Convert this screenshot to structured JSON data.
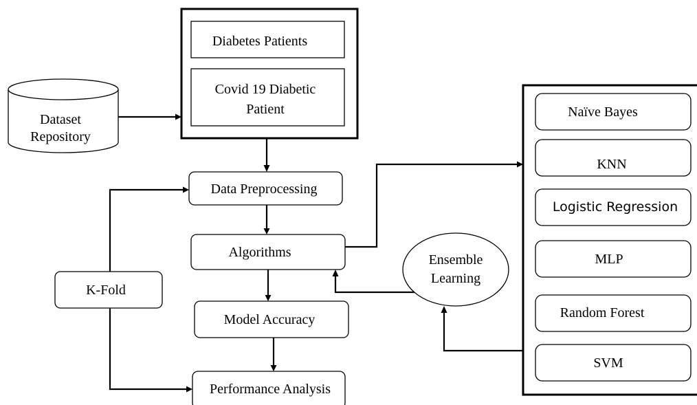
{
  "patients": {
    "diabetes": "Diabetes Patients",
    "covid_line1": "Covid 19 Diabetic",
    "covid_line2": "Patient"
  },
  "dataset": {
    "line1": "Dataset",
    "line2": "Repository"
  },
  "pipeline": {
    "preprocessing": "Data Preprocessing",
    "algorithms": "Algorithms",
    "accuracy": "Model Accuracy",
    "performance": "Performance Analysis",
    "kfold": "K-Fold"
  },
  "ensemble": {
    "line1": "Ensemble",
    "line2": "Learning"
  },
  "models": {
    "naive_bayes": "Naïve Bayes",
    "knn": "KNN",
    "logistic": "Logistic Regression",
    "mlp": "MLP",
    "random_forest": "Random Forest",
    "svm": "SVM"
  }
}
